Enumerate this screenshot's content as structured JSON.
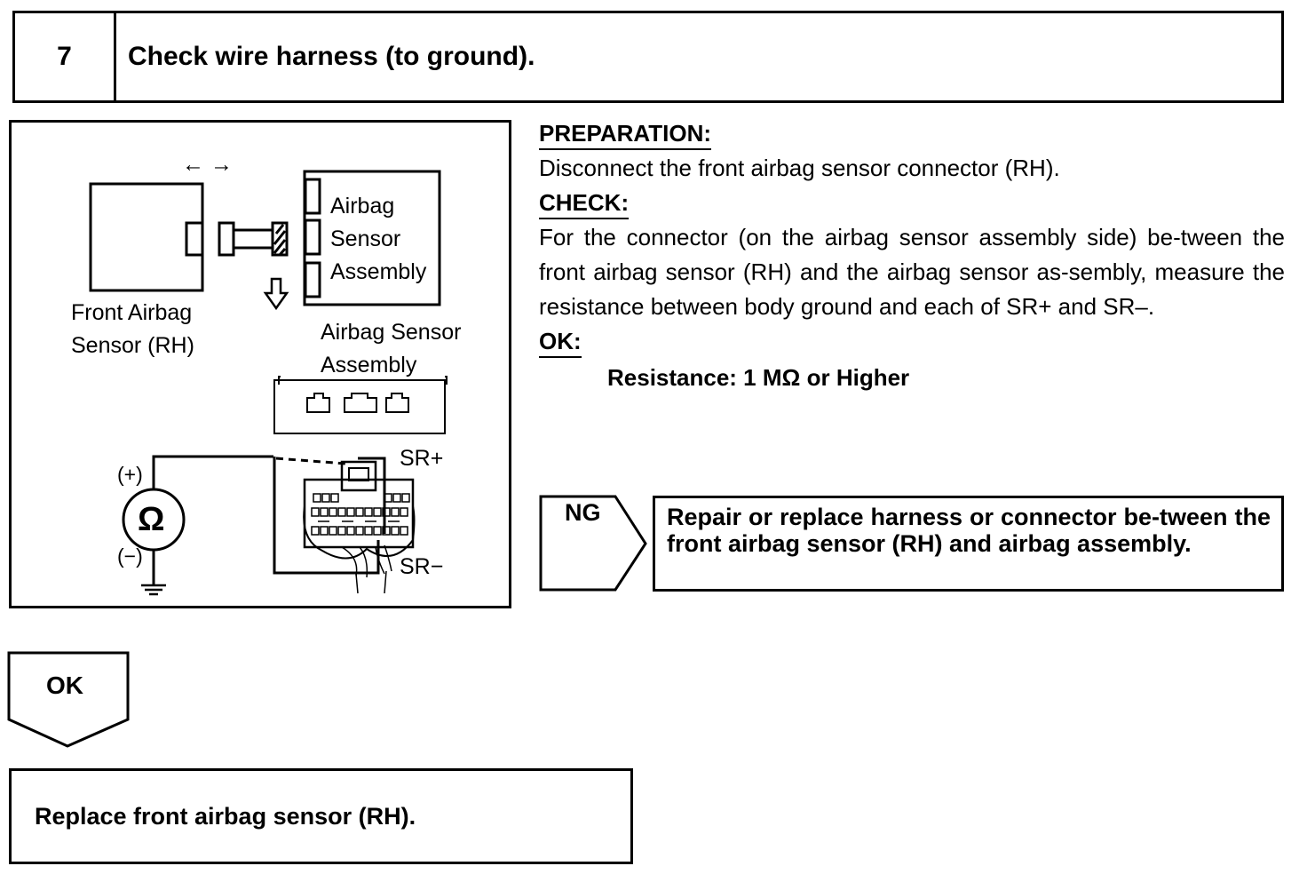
{
  "step": {
    "number": "7",
    "title": "Check wire harness (to ground)."
  },
  "figure": {
    "arrow_symbol": "← →",
    "front_sensor_label": "Front Airbag\nSensor (RH)",
    "assembly_box_label": "Airbag\nSensor\nAssembly",
    "assembly_connector_label": "Airbag Sensor\nAssembly",
    "plus_label": "(+)",
    "minus_label": "(−)",
    "ohm_symbol": "Ω",
    "sr_plus_label": "SR+",
    "sr_minus_label": "SR−"
  },
  "instructions": {
    "preparation_heading": "PREPARATION:",
    "preparation_text": "Disconnect the front airbag sensor connector (RH).",
    "check_heading": "CHECK:",
    "check_text": "For the connector (on the airbag sensor assembly side) be-tween the front airbag sensor (RH) and the airbag sensor as-sembly, measure the resistance between body ground and each of SR+ and SR–.",
    "ok_heading": "OK:",
    "ok_spec": "Resistance: 1 MΩ or Higher"
  },
  "ng_branch": {
    "label": "NG",
    "text": "Repair or replace harness or connector be-tween the front airbag sensor (RH) and airbag assembly."
  },
  "ok_branch": {
    "label": "OK"
  },
  "result": {
    "text": "Replace front airbag sensor (RH)."
  }
}
